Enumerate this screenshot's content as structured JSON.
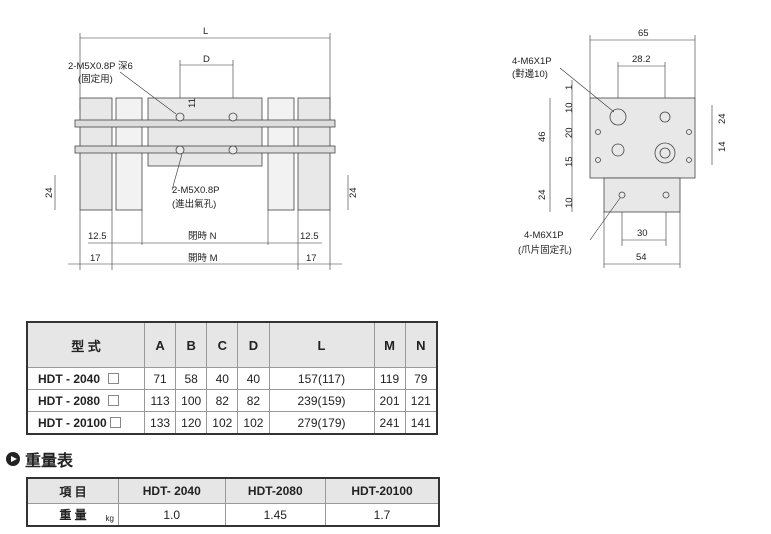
{
  "front_view": {
    "L": "L",
    "D": "D",
    "tap1": "2-M5X0.8P 深6",
    "tap1_note": "(固定用)",
    "dim_11": "11",
    "tap2": "2-M5X0.8P",
    "tap2_note": "(進出氣孔)",
    "dim_24_left": "24",
    "dim_24_right": "24",
    "dim_12_5_left": "12.5",
    "dim_12_5_right": "12.5",
    "closed": "閉時 N",
    "open": "開時 M",
    "dim_17_left": "17",
    "dim_17_right": "17"
  },
  "side_view": {
    "w65": "65",
    "w28_2": "28.2",
    "tap_top": "4-M6X1P",
    "tap_top_note": "(對邊10)",
    "d1": "1",
    "d10a": "10",
    "d46": "46",
    "d20": "20",
    "d15": "15",
    "d24a": "24",
    "d10b": "10",
    "d24r": "24",
    "d14": "14",
    "tap_bottom": "4-M6X1P",
    "tap_bottom_note": "(爪片固定孔)",
    "w30": "30",
    "w54": "54"
  },
  "spec_table": {
    "headers": [
      "型 式",
      "A",
      "B",
      "C",
      "D",
      "L",
      "M",
      "N"
    ],
    "rows": [
      [
        "HDT - 2040",
        "71",
        "58",
        "40",
        "40",
        "157(117)",
        "119",
        "79"
      ],
      [
        "HDT - 2080",
        "113",
        "100",
        "82",
        "82",
        "239(159)",
        "201",
        "121"
      ],
      [
        "HDT - 20100",
        "133",
        "120",
        "102",
        "102",
        "279(179)",
        "241",
        "141"
      ]
    ]
  },
  "weight_section": {
    "title": "重量表"
  },
  "weight_table": {
    "headers": [
      "項 目",
      "HDT- 2040",
      "HDT-2080",
      "HDT-20100"
    ],
    "row_label": "重 量",
    "unit": "kg",
    "values": [
      "1.0",
      "1.45",
      "1.7"
    ]
  }
}
